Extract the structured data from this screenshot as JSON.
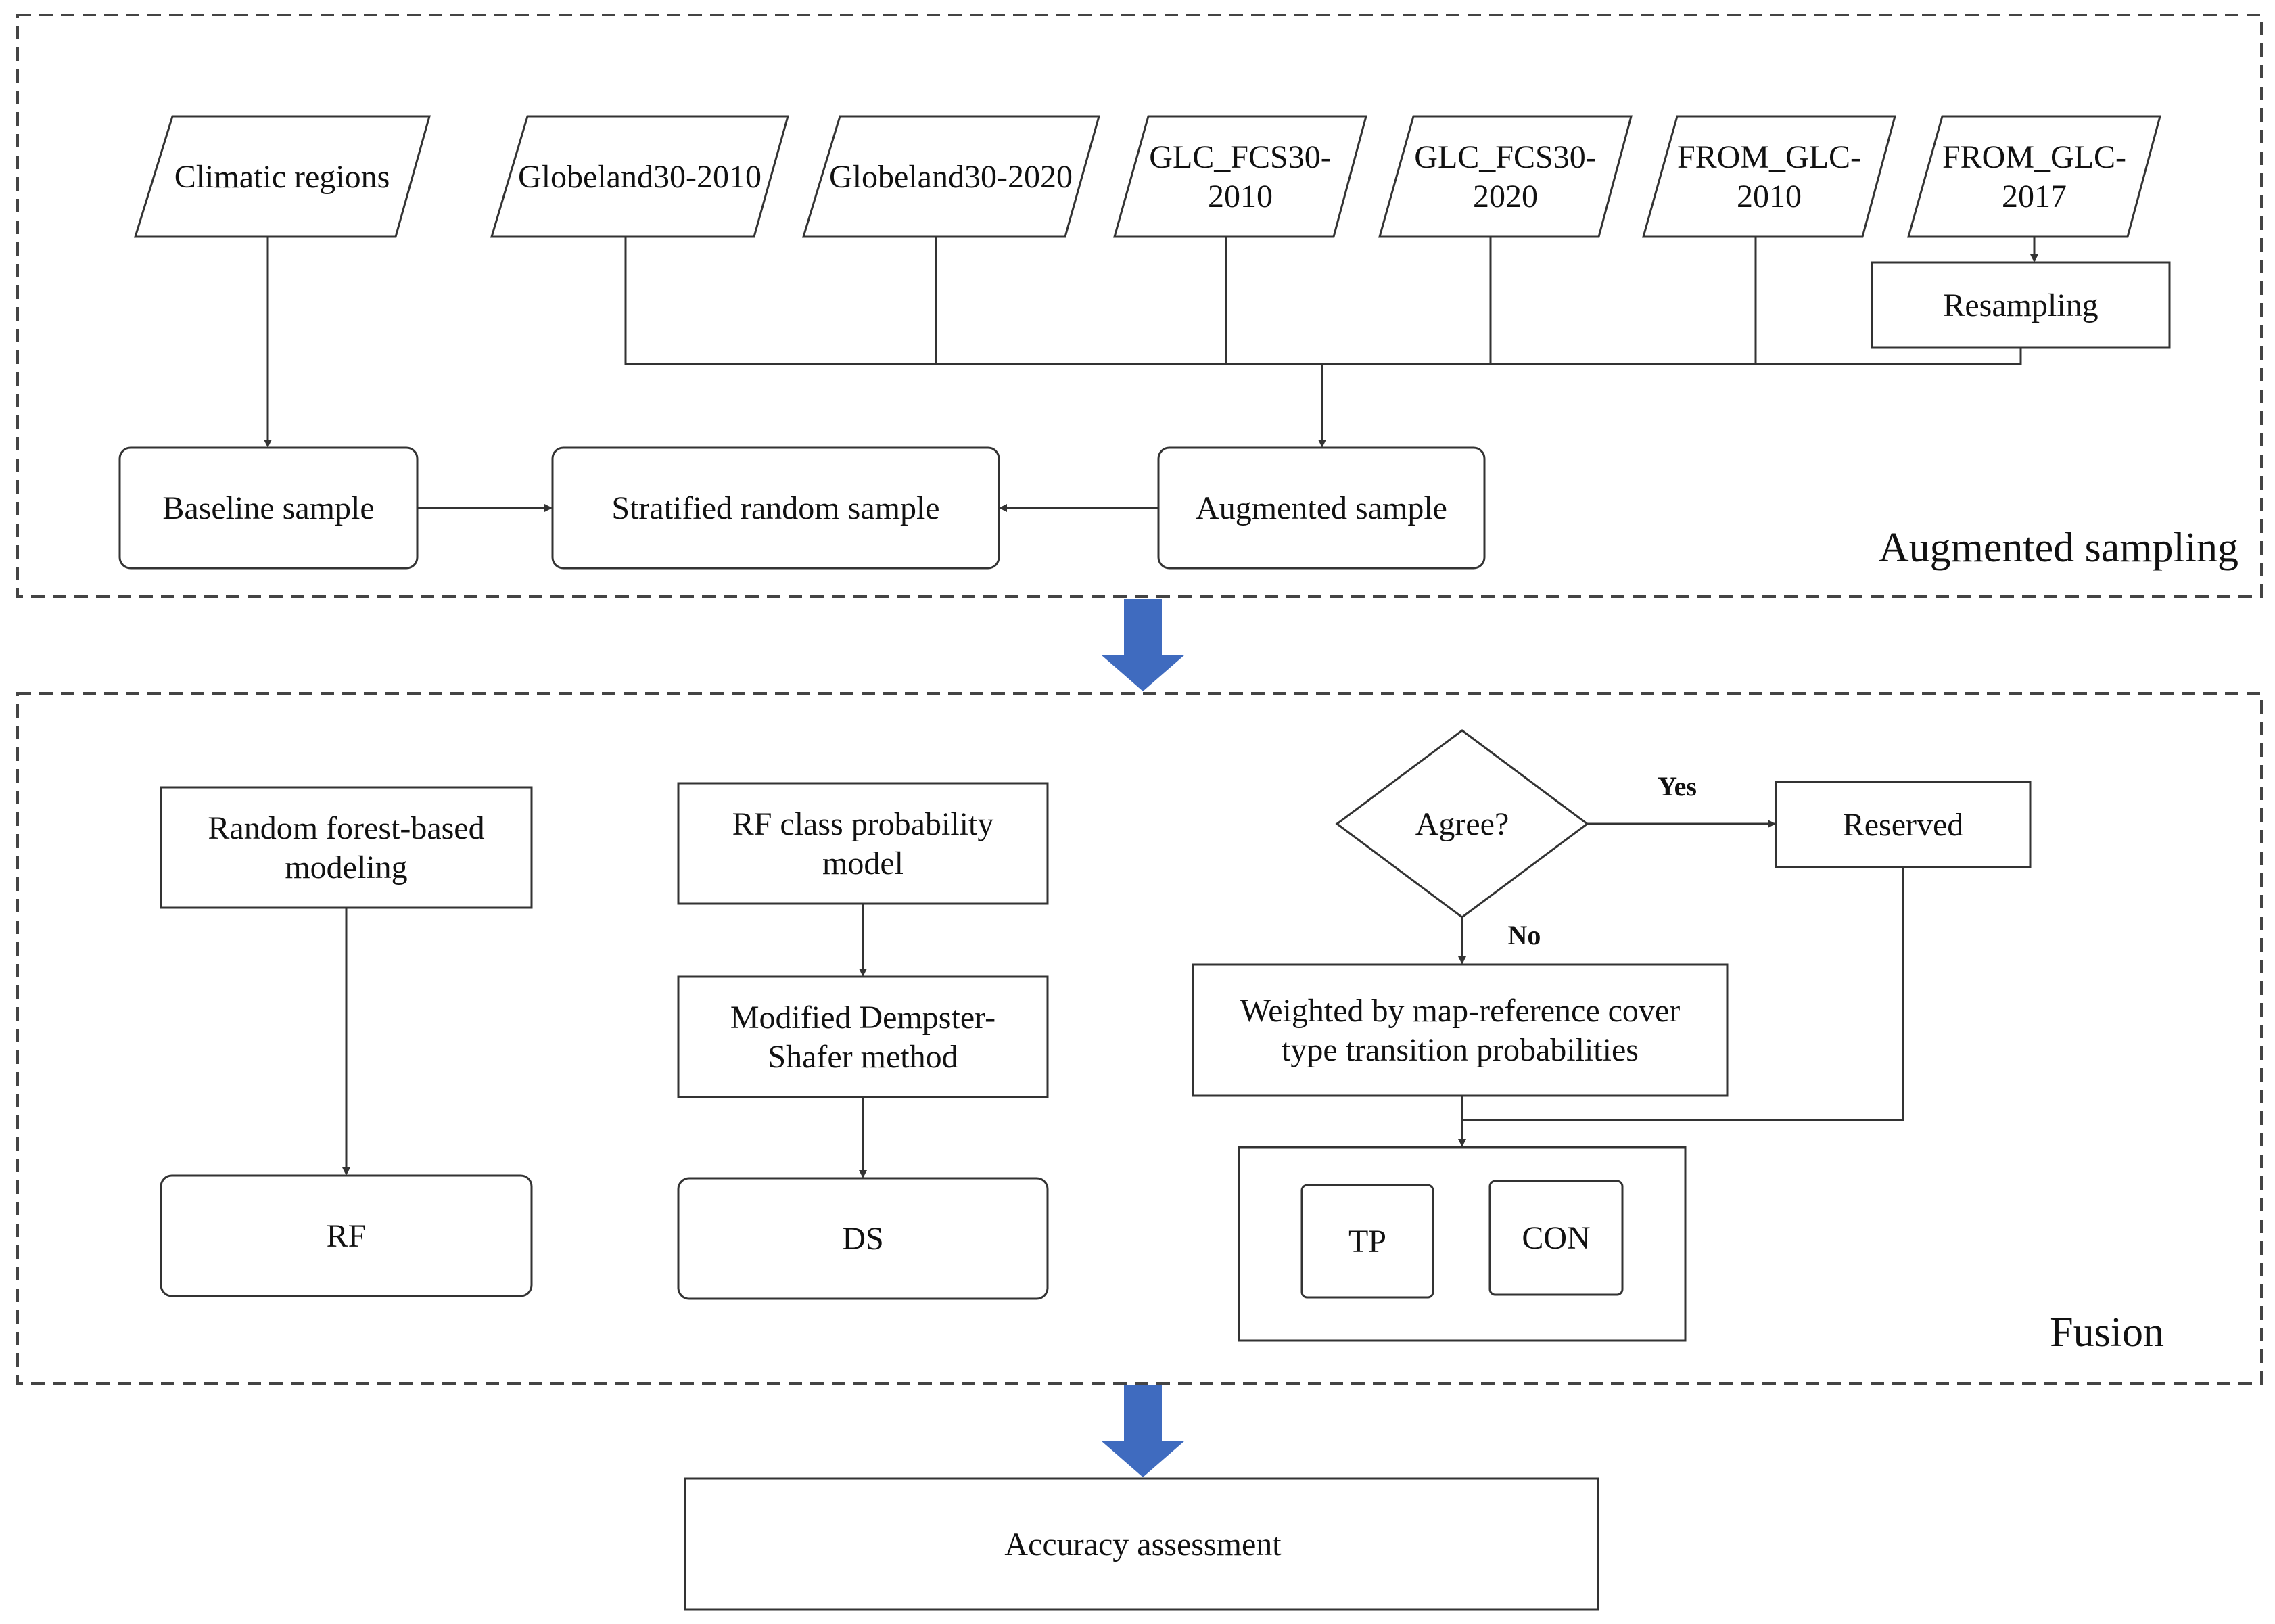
{
  "sections": {
    "augmented_sampling": "Augmented sampling",
    "fusion": "Fusion"
  },
  "inputs": {
    "climatic_regions": [
      "Climatic regions"
    ],
    "globeland30_2010": [
      "Globeland30-2010"
    ],
    "globeland30_2020": [
      "Globeland30-2020"
    ],
    "glc_fcs30_2010": [
      "GLC_FCS30-",
      "2010"
    ],
    "glc_fcs30_2020": [
      "GLC_FCS30-",
      "2020"
    ],
    "from_glc_2010": [
      "FROM_GLC-",
      "2010"
    ],
    "from_glc_2017": [
      "FROM_GLC-",
      "2017"
    ]
  },
  "sampling": {
    "resampling": [
      "Resampling"
    ],
    "baseline_sample": [
      "Baseline sample"
    ],
    "stratified_random_sample": [
      "Stratified random sample"
    ],
    "augmented_sample": [
      "Augmented sample"
    ]
  },
  "fusion": {
    "random_forest_modeling": [
      "Random forest-based",
      "modeling"
    ],
    "rf": [
      "RF"
    ],
    "rf_class_probability_model": [
      "RF class probability",
      "model"
    ],
    "modified_ds_method": [
      "Modified Dempster-",
      "Shafer  method"
    ],
    "ds": [
      "DS"
    ],
    "agree": [
      "Agree?"
    ],
    "yes": "Yes",
    "no": "No",
    "reserved": [
      "Reserved"
    ],
    "weighted": [
      "Weighted by  map-reference cover",
      "type transition probabilities"
    ],
    "tp": [
      "TP"
    ],
    "con": [
      "CON"
    ]
  },
  "accuracy_assessment": [
    "Accuracy assessment"
  ],
  "colors": {
    "big_arrow": "#3f6bbf",
    "stroke": "#333333",
    "text": "#111111"
  }
}
